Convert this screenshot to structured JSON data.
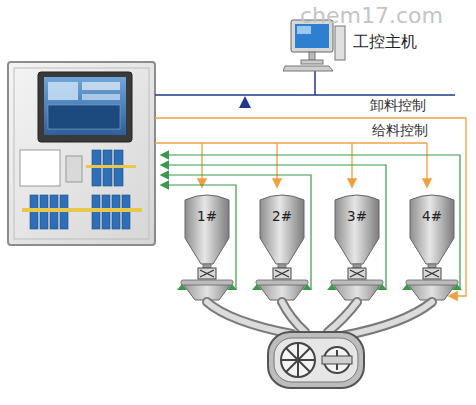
{
  "diagram": {
    "nodes": [
      {
        "text": [
          "工控主机"
        ]
      },
      {
        "text": [
          "1#"
        ]
      },
      {
        "text": [
          "2#"
        ]
      },
      {
        "text": [
          "3#"
        ]
      },
      {
        "text": [
          "4#"
        ]
      }
    ],
    "labels": [
      "chem17.com",
      "卸料控制",
      "给料控制"
    ]
  }
}
